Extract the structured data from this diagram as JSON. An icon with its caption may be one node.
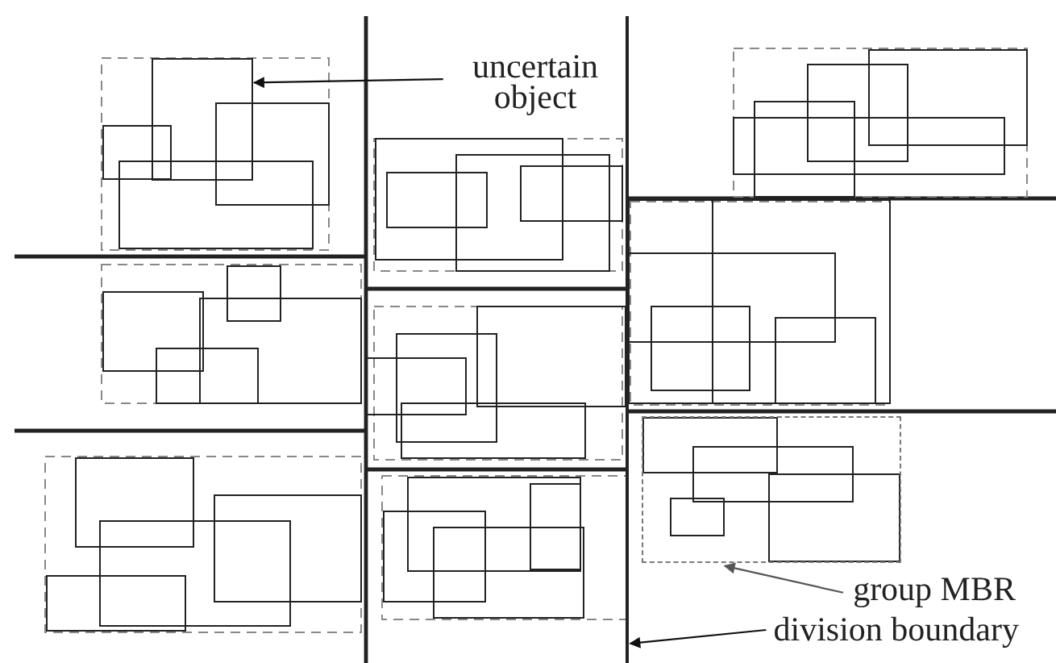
{
  "diagram": {
    "nodes": [
      {
        "text": [
          "uncertain object"
        ]
      },
      {
        "text": [],
        "shape": "box"
      },
      {
        "text": [
          "group MBR"
        ]
      },
      {
        "text": [],
        "shape": "box"
      },
      {
        "text": [
          "division boundary"
        ]
      },
      {
        "text": [],
        "shape": "bar"
      }
    ],
    "edges": [
      {
        "from": 0,
        "to": 1,
        "arrow": "to"
      },
      {
        "from": 2,
        "to": 3,
        "arrow": "to",
        "color": "#555555"
      },
      {
        "from": 4,
        "to": 5,
        "arrow": "to"
      }
    ]
  }
}
